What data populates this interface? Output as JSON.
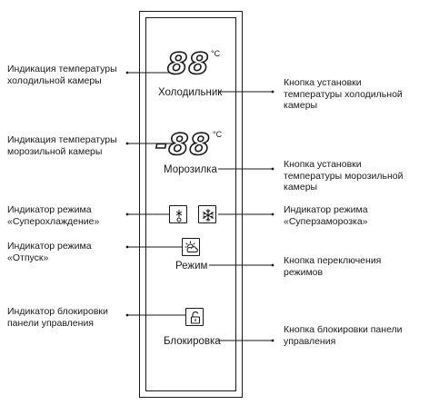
{
  "display": {
    "fridge_digits": "88",
    "freezer_digits": "-88",
    "unit": "°C"
  },
  "panel": {
    "fridge_button": "Холодильник",
    "freezer_button": "Морозилка",
    "mode_button": "Режим",
    "lock_button": "Блокировка"
  },
  "left_labels": [
    [
      "Индикация температуры",
      "холодильной камеры"
    ],
    [
      "Индикация температуры",
      "морозильной камеры"
    ],
    [
      "Индикатор режима",
      "«Суперохлаждение»"
    ],
    [
      "Индикатор режима",
      "«Отпуск»"
    ],
    [
      "Индикатор блокировки",
      "панели управления"
    ]
  ],
  "right_labels": [
    [
      "Кнопка установки",
      "температуры холодильной",
      "камеры"
    ],
    [
      "Кнопка установки",
      "температуры морозильной",
      "камеры"
    ],
    [
      "Индикатор режима",
      "«Суперзаморозка»"
    ],
    [
      "Кнопка переключения",
      "режимов"
    ],
    [
      "Кнопка блокировки панели",
      "управления"
    ]
  ],
  "icons": {
    "supercool": "supercool-icon",
    "superfreeze": "snowflake-icon",
    "vacation": "sun-cloud-icon",
    "lock": "lock-icon"
  }
}
